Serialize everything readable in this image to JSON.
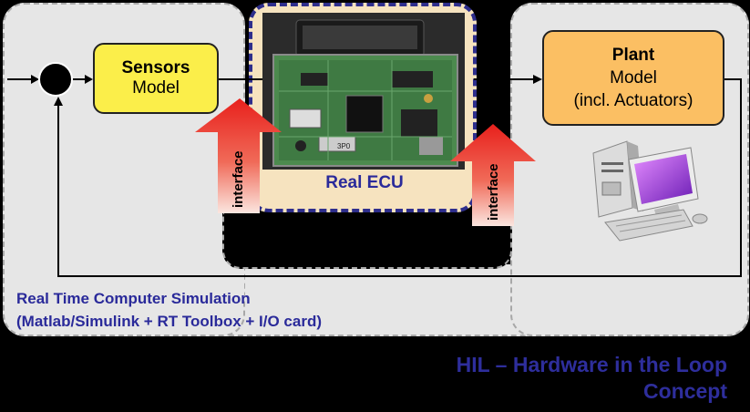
{
  "sensors": {
    "title": "Sensors",
    "subtitle": "Model"
  },
  "plant": {
    "title": "Plant",
    "line2": "Model",
    "line3": "(incl. Actuators)"
  },
  "ecu": {
    "label": "Real ECU",
    "chip_text": "3P0"
  },
  "interfaces": {
    "left": "interface",
    "right": "interface"
  },
  "simulation": {
    "line1": "Real Time Computer Simulation",
    "line2": "(Matlab/Simulink + RT Toolbox + I/O card)"
  },
  "footer": {
    "line1": "HIL – Hardware in the Loop",
    "line2": "Concept"
  },
  "colors": {
    "sensors_fill": "#fbee4a",
    "plant_fill": "#fbbf63",
    "ecu_frame": "#2e2e8c",
    "ecu_fill": "#f6e3bf",
    "panel_fill": "#e6e6e6",
    "interface_arrow": "#e8201c",
    "label_blue": "#2a2a9a"
  }
}
